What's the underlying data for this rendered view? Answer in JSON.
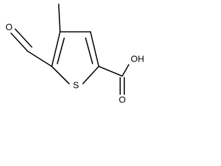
{
  "molecule": {
    "atoms": {
      "formyl_oxygen": "O",
      "sulfur": "S",
      "hydroxyl": "OH",
      "carbonyl_oxygen": "O"
    }
  }
}
